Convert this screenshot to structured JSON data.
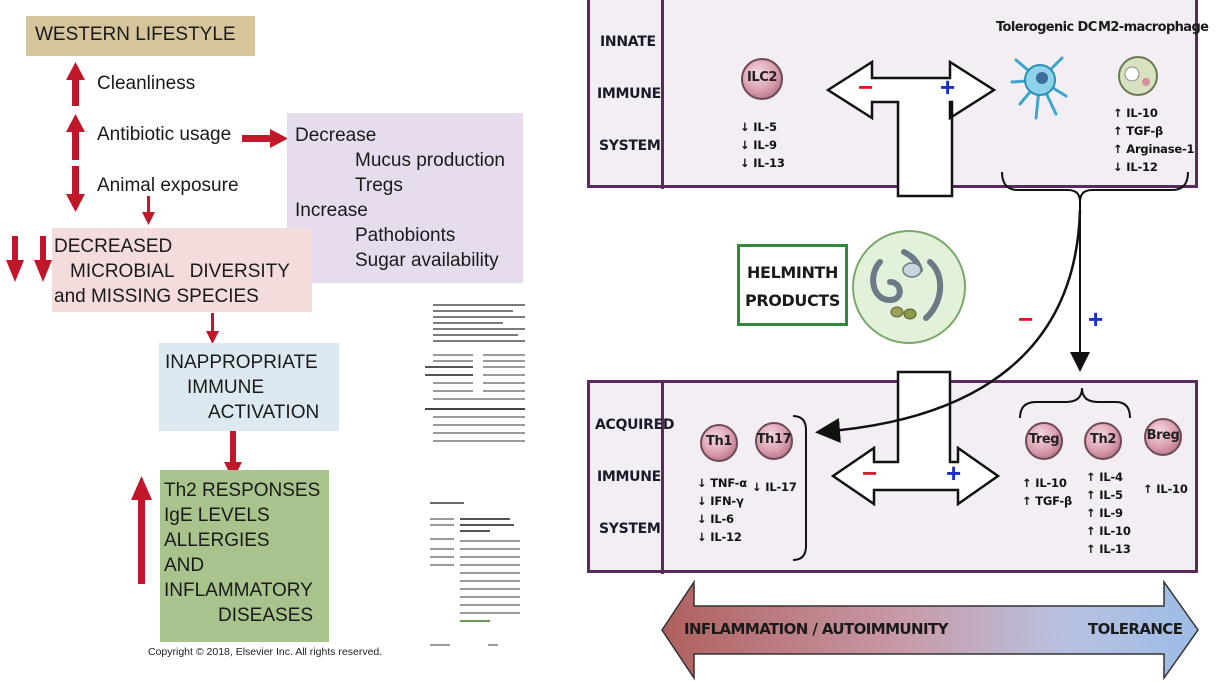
{
  "left": {
    "western_lifestyle": "WESTERN LIFESTYLE",
    "cleanliness": "Cleanliness",
    "antibiotic_usage": "Antibiotic usage",
    "animal_exposure": "Animal exposure",
    "effects": {
      "decrease": "Decrease",
      "mucus": "Mucus production",
      "tregs": "Tregs",
      "increase": "Increase",
      "pathobionts": "Pathobionts",
      "sugar": "Sugar availability"
    },
    "decreased": [
      "DECREASED",
      "MICROBIAL   DIVERSITY",
      "and MISSING SPECIES"
    ],
    "inappropriate": [
      "INAPPROPRIATE",
      "IMMUNE",
      "ACTIVATION"
    ],
    "outcomes": [
      "Th2 RESPONSES",
      "IgE LEVELS",
      "ALLERGIES",
      "AND",
      "INFLAMMATORY",
      "DISEASES"
    ],
    "copyright": "Copyright © 2018, Elsevier Inc. All rights reserved."
  },
  "right": {
    "innate": {
      "labels": [
        "INNATE",
        "IMMUNE",
        "SYSTEM"
      ],
      "ilc2": "ILC2",
      "ilc2_cytokines": [
        "IL-5",
        "IL-9",
        "IL-13"
      ],
      "tolerogenic_dc": "Tolerogenic DC",
      "m2_macrophage": "M2-macrophage",
      "m2_cytokines": [
        "IL-10",
        "TGF-β",
        "Arginase-1",
        "IL-12"
      ]
    },
    "helminth": [
      "HELMINTH",
      "PRODUCTS"
    ],
    "minus": "−",
    "plus": "+",
    "acquired": {
      "labels": [
        "ACQUIRED",
        "IMMUNE",
        "SYSTEM"
      ],
      "th1": "Th1",
      "th1_cytokines": [
        "TNF-α",
        "IFN-γ",
        "IL-6",
        "IL-12"
      ],
      "th17": "Th17",
      "th17_cytokines": [
        "IL-17"
      ],
      "treg": "Treg",
      "treg_cytokines": [
        "IL-10",
        "TGF-β"
      ],
      "th2": "Th2",
      "th2_cytokines": [
        "IL-4",
        "IL-5",
        "IL-9",
        "IL-10",
        "IL-13"
      ],
      "breg": "Breg",
      "breg_cytokines": [
        "IL-10"
      ]
    },
    "bottom_left": "INFLAMMATION / AUTOIMMUNITY",
    "bottom_right": "TOLERANCE"
  },
  "colors": {
    "red_arrow": "#c0182a",
    "western_box": "#d6c49a",
    "effects_box": "#e6dced",
    "decreased_box": "#f4dcdc",
    "inappropriate_box": "#dde9f1",
    "outcomes_box": "#a8c38c",
    "panel_border": "#5a2a5e",
    "minus": "#d81b2a",
    "plus": "#1a2ecf"
  }
}
